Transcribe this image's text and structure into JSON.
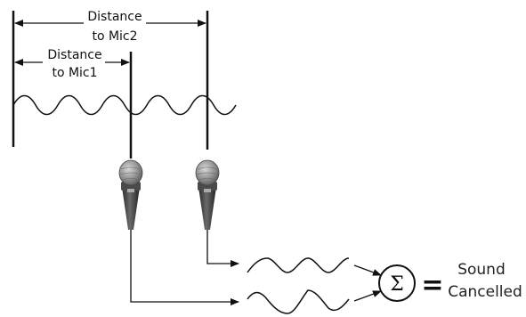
{
  "labels": {
    "distance_mic2_line1": "Distance",
    "distance_mic2_line2": "to Mic2",
    "distance_mic1_line1": "Distance",
    "distance_mic1_line2": "to Mic1",
    "summation_symbol": "Σ",
    "equals_symbol": "=",
    "result_line1": "Sound",
    "result_line2": "Cancelled"
  },
  "colors": {
    "line": "#111111",
    "mic_handle": "#3a3a3a",
    "mic_grille": "#9a9a9a"
  },
  "icons": {
    "mic1": "microphone-icon",
    "mic2": "microphone-icon"
  }
}
